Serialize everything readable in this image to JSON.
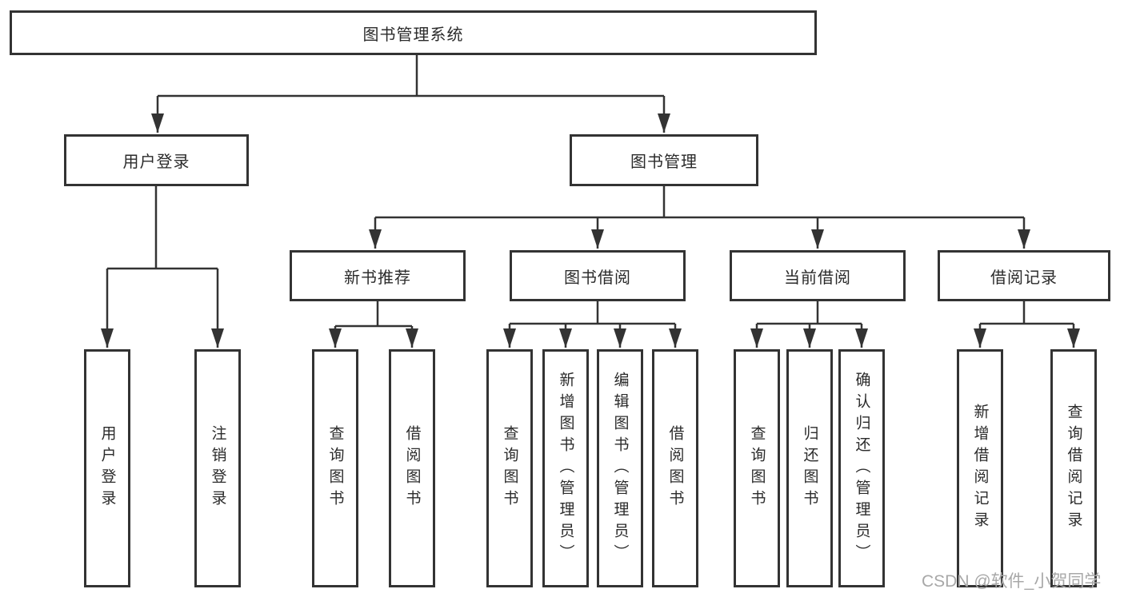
{
  "title": "图书管理系统",
  "branches": {
    "login": {
      "label": "用户登录",
      "children": [
        "用户登录",
        "注销登录"
      ]
    },
    "management": {
      "label": "图书管理"
    }
  },
  "modules": [
    {
      "label": "新书推荐",
      "children": [
        "查询图书",
        "借阅图书"
      ]
    },
    {
      "label": "图书借阅",
      "children": [
        "查询图书",
        "新增图书（管理员）",
        "编辑图书（管理员）",
        "借阅图书"
      ]
    },
    {
      "label": "当前借阅",
      "children": [
        "查询图书",
        "归还图书",
        "确认归还（管理员）"
      ]
    },
    {
      "label": "借阅记录",
      "children": [
        "新增借阅记录",
        "查询借阅记录"
      ]
    }
  ],
  "watermark": "CSDN @软件_小贺同学",
  "colors": {
    "line": "#333333",
    "text": "#2b2b2b",
    "watermark": "#a8a8a8",
    "node_fill": "#ffffff"
  }
}
